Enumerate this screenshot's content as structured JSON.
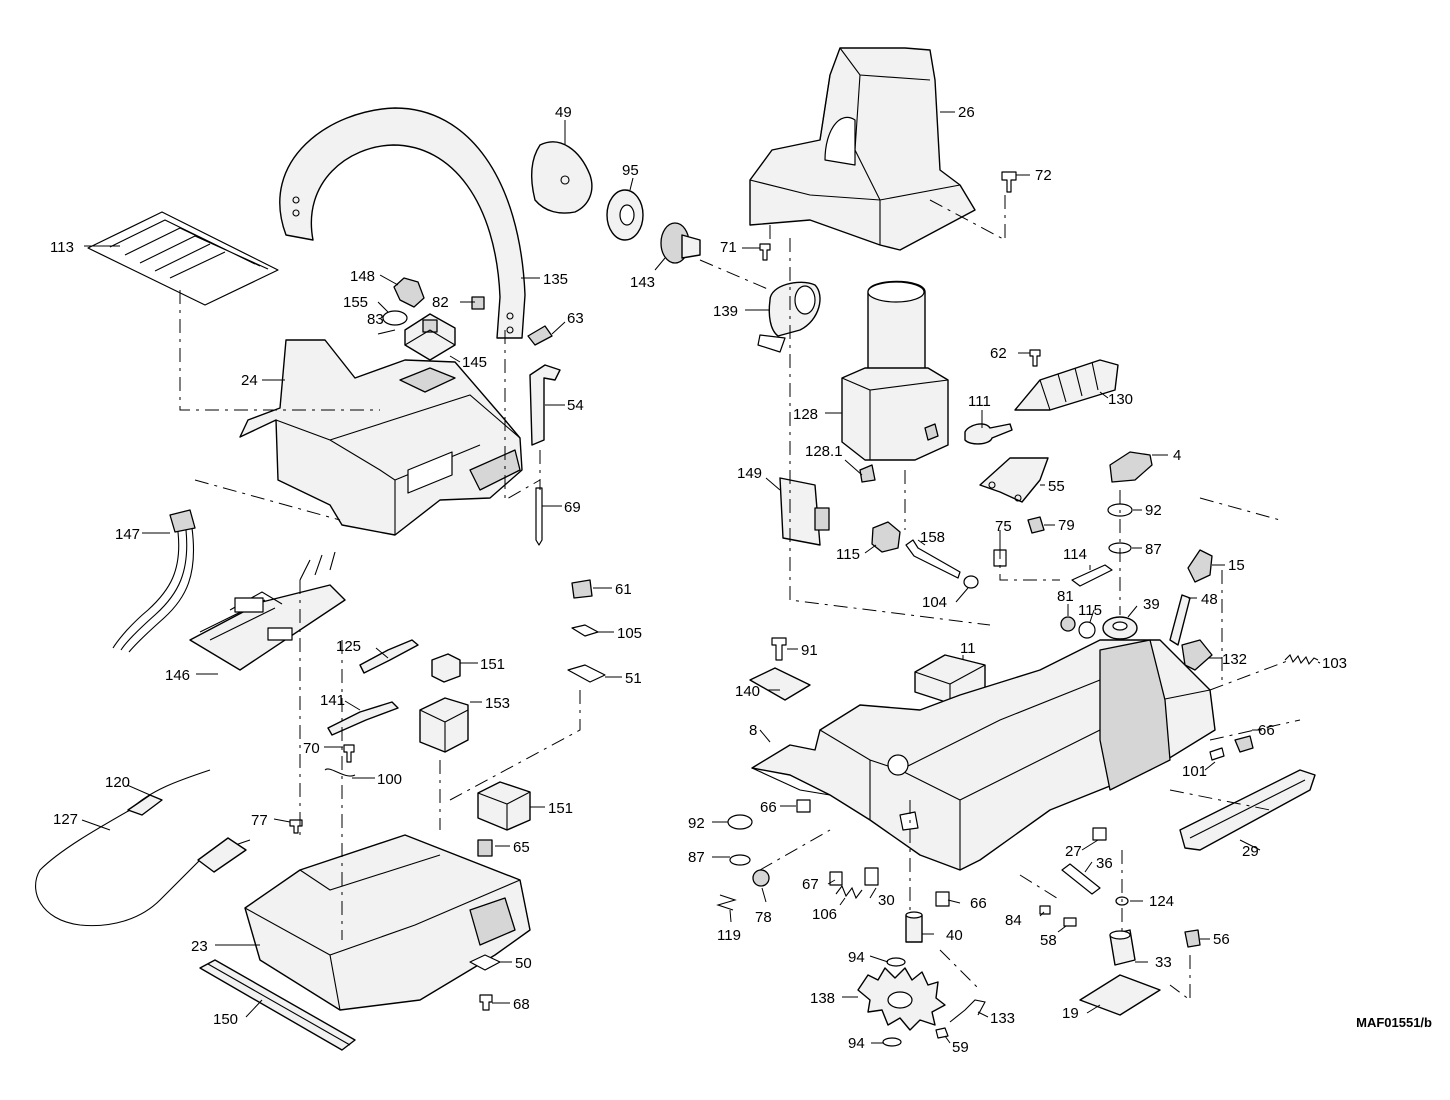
{
  "drawing_code": "MAF01551/b",
  "callouts": [
    "113",
    "135",
    "148",
    "155",
    "82",
    "63",
    "83",
    "145",
    "24",
    "54",
    "69",
    "147",
    "146",
    "125",
    "151",
    "141",
    "153",
    "70",
    "100",
    "120",
    "127",
    "77",
    "151",
    "65",
    "23",
    "50",
    "68",
    "150",
    "61",
    "105",
    "51",
    "49",
    "95",
    "143",
    "71",
    "139",
    "26",
    "72",
    "128",
    "62",
    "130",
    "111",
    "4",
    "128.1",
    "55",
    "149",
    "92",
    "79",
    "75",
    "87",
    "115",
    "158",
    "114",
    "15",
    "104",
    "81",
    "115",
    "39",
    "48",
    "91",
    "11",
    "132",
    "103",
    "140",
    "8",
    "66",
    "101",
    "66",
    "92",
    "87",
    "27",
    "36",
    "29",
    "67",
    "30",
    "66",
    "124",
    "119",
    "78",
    "106",
    "84",
    "58",
    "56",
    "40",
    "94",
    "33",
    "138",
    "133",
    "19",
    "59",
    "94"
  ]
}
